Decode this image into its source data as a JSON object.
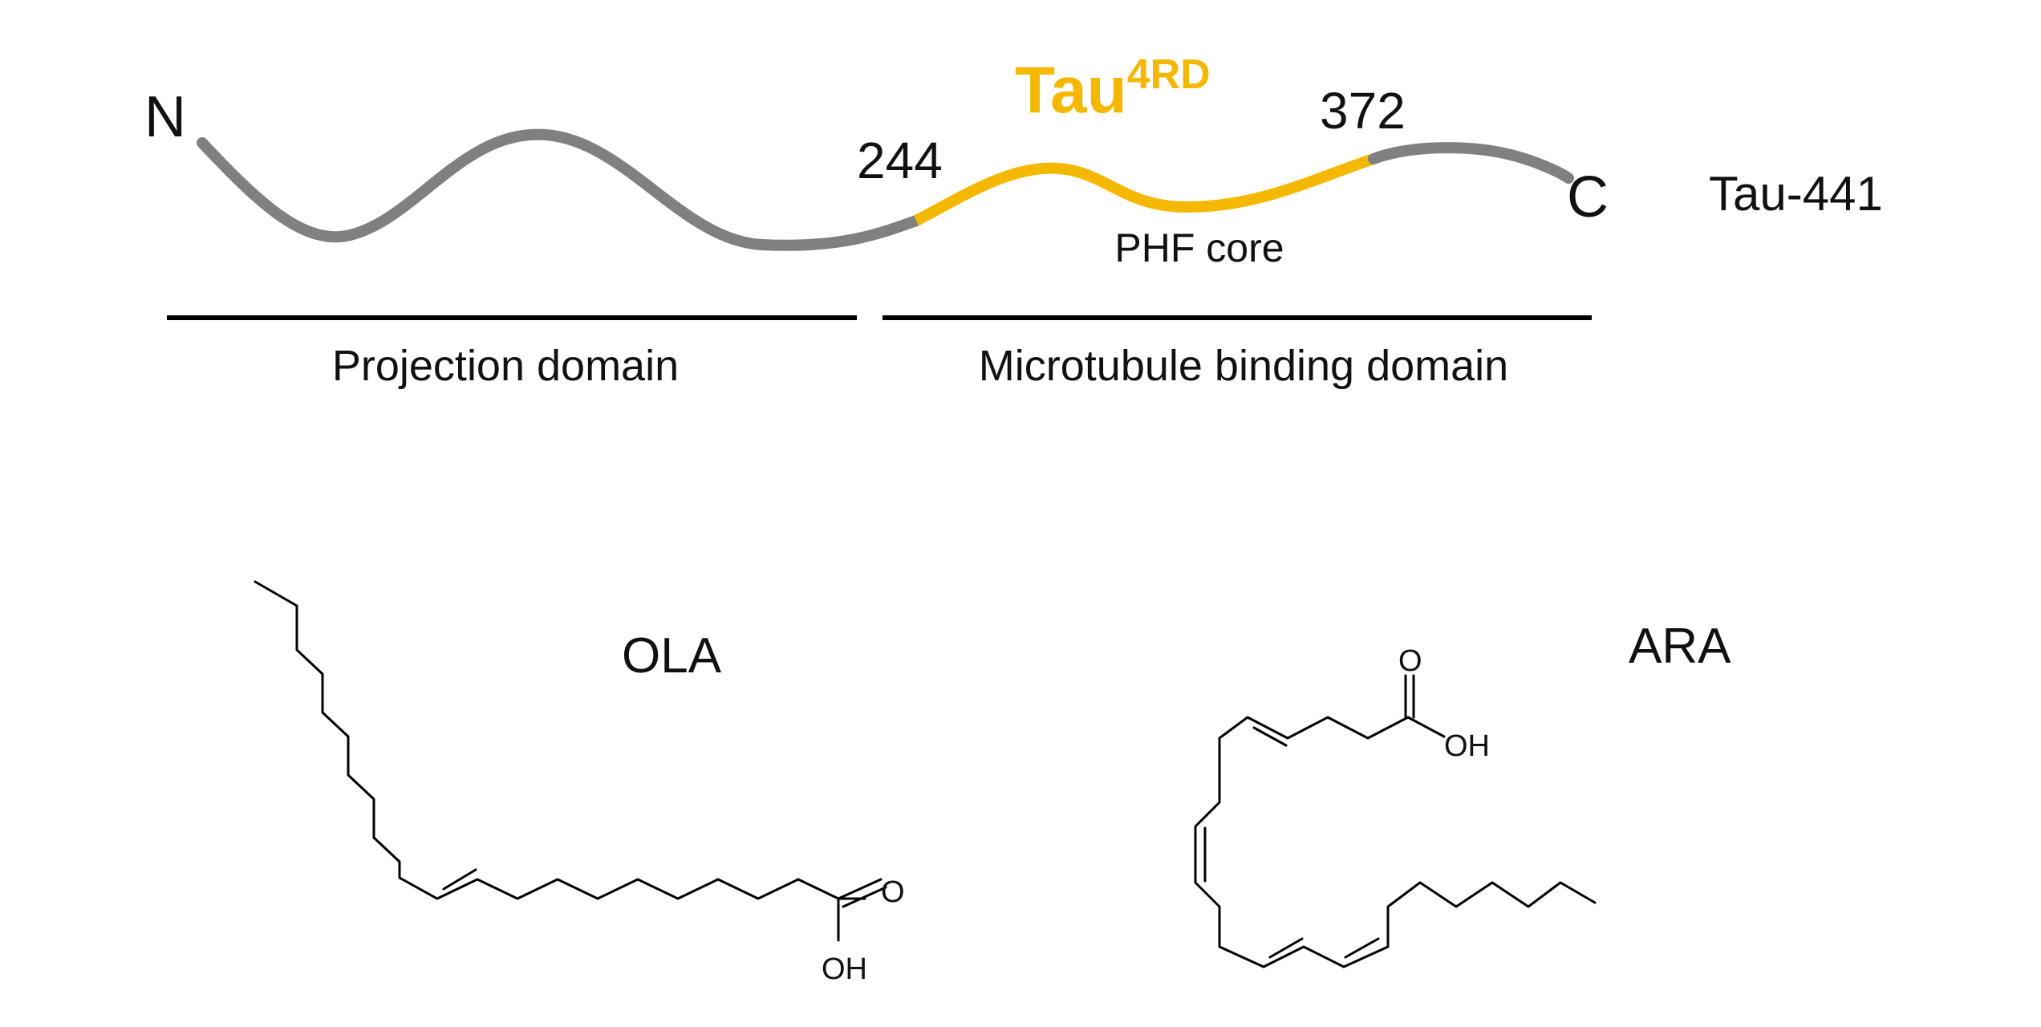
{
  "protein": {
    "n_terminus": "N",
    "c_terminus": "C",
    "name": "Tau-441",
    "construct_base": "Tau",
    "construct_sup": "4RD",
    "residue_start": "244",
    "residue_end": "372",
    "core_label": "PHF core",
    "domains": [
      "Projection domain",
      "Microtubule binding domain"
    ]
  },
  "molecules": {
    "ola": {
      "name": "OLA",
      "carbonyl_o": "O",
      "hydroxyl": "OH"
    },
    "ara": {
      "name": "ARA",
      "carbonyl_o": "O",
      "hydroxyl": "OH"
    }
  },
  "colors": {
    "chain": "#808080",
    "highlight": "#F5B800",
    "text": "#111111"
  }
}
